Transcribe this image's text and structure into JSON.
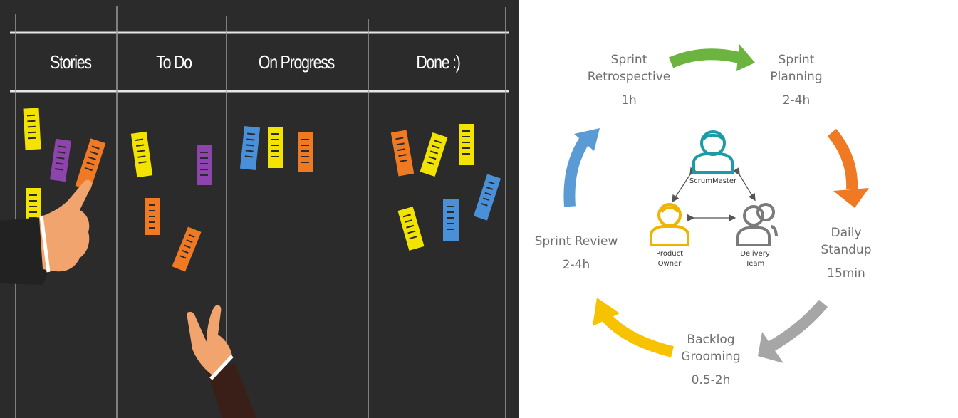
{
  "board": {
    "columns": [
      "Stories",
      "To Do",
      "On Progress",
      "Done  :)"
    ],
    "note_colors": {
      "yellow": "#f2e400",
      "purple": "#8e44ad",
      "orange": "#f07a24",
      "blue": "#4a90d9"
    },
    "icons": [
      "sticky-note-icon",
      "pointing-hand-icon"
    ]
  },
  "cycle": {
    "phases": [
      {
        "name": "Sprint Retrospective",
        "line1": "Sprint",
        "line2": "Retrospective",
        "duration": "1h",
        "arrow_color": "#6db33f"
      },
      {
        "name": "Sprint Planning",
        "line1": "Sprint",
        "line2": "Planning",
        "duration": "2-4h",
        "arrow_color": "#f07a24"
      },
      {
        "name": "Daily Standup",
        "line1": "Daily",
        "line2": "Standup",
        "duration": "15min",
        "arrow_color": "#a6a6a6"
      },
      {
        "name": "Backlog Grooming",
        "line1": "Backlog",
        "line2": "Grooming",
        "duration": "0.5-2h",
        "arrow_color": "#f7c200"
      },
      {
        "name": "Sprint Review",
        "line1": "Sprint Review",
        "line2": "",
        "duration": "2-4h",
        "arrow_color": "#5b9bd5"
      }
    ],
    "roles": {
      "scrum_master": {
        "label": "ScrumMaster",
        "color": "#1a9ba6"
      },
      "product_owner": {
        "line1": "Product",
        "line2": "Owner",
        "color": "#f0b400"
      },
      "delivery_team": {
        "line1": "Delivery",
        "line2": "Team",
        "color": "#7a7a7a"
      }
    }
  }
}
